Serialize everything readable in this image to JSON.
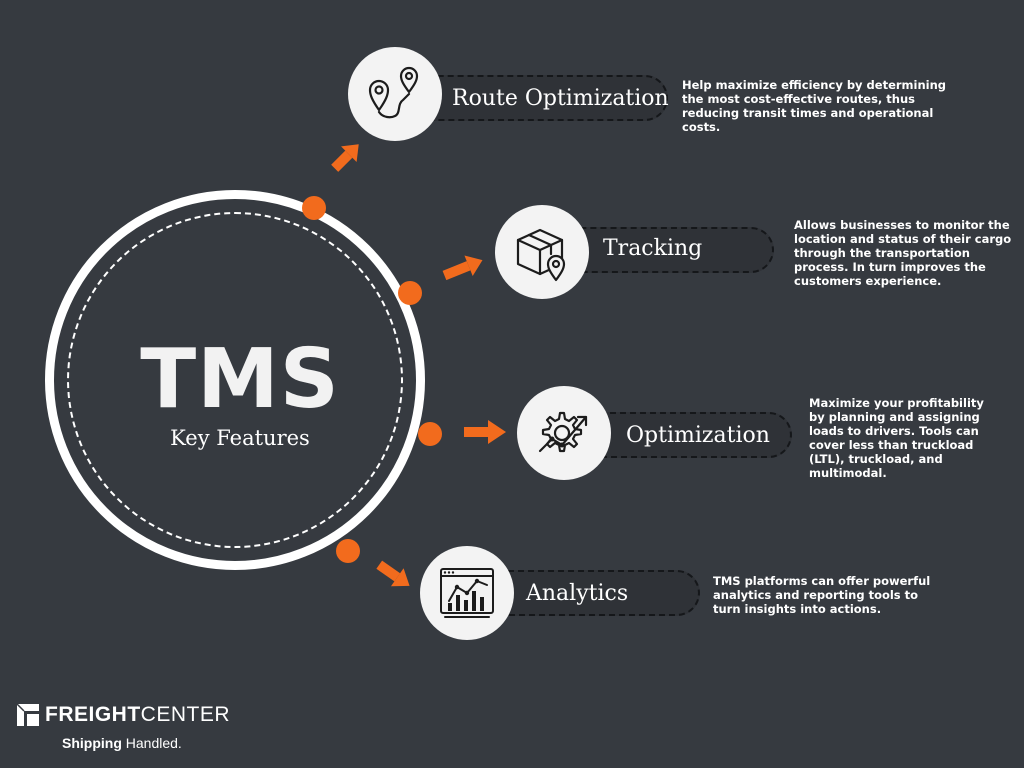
{
  "hub": {
    "title": "TMS",
    "subtitle": "Key Features"
  },
  "features": [
    {
      "label": "Route Optimization",
      "icon": "route-pins-icon",
      "description": "Help maximize efficiency by determining the most cost-effective routes, thus reducing transit times and operational costs."
    },
    {
      "label": "Tracking",
      "icon": "package-location-icon",
      "description": "Allows businesses to monitor the location and status of their cargo through the transportation process. In turn improves the customers experience."
    },
    {
      "label": "Optimization",
      "icon": "gear-growth-icon",
      "description": "Maximize your profitability by planning and assigning loads to drivers. Tools can cover less than truckload (LTL), truckload, and multimodal."
    },
    {
      "label": "Analytics",
      "icon": "analytics-chart-icon",
      "description": "TMS platforms can offer powerful analytics and reporting tools to turn insights into actions."
    }
  ],
  "brand": {
    "name_bold": "FREIGHT",
    "name_regular": "CENTER",
    "tagline_bold": "Shipping",
    "tagline_regular": "Handled."
  },
  "colors": {
    "background": "#363a40",
    "accent": "#f26b1d",
    "circle": "#f3f3f3",
    "text": "#ffffff"
  }
}
